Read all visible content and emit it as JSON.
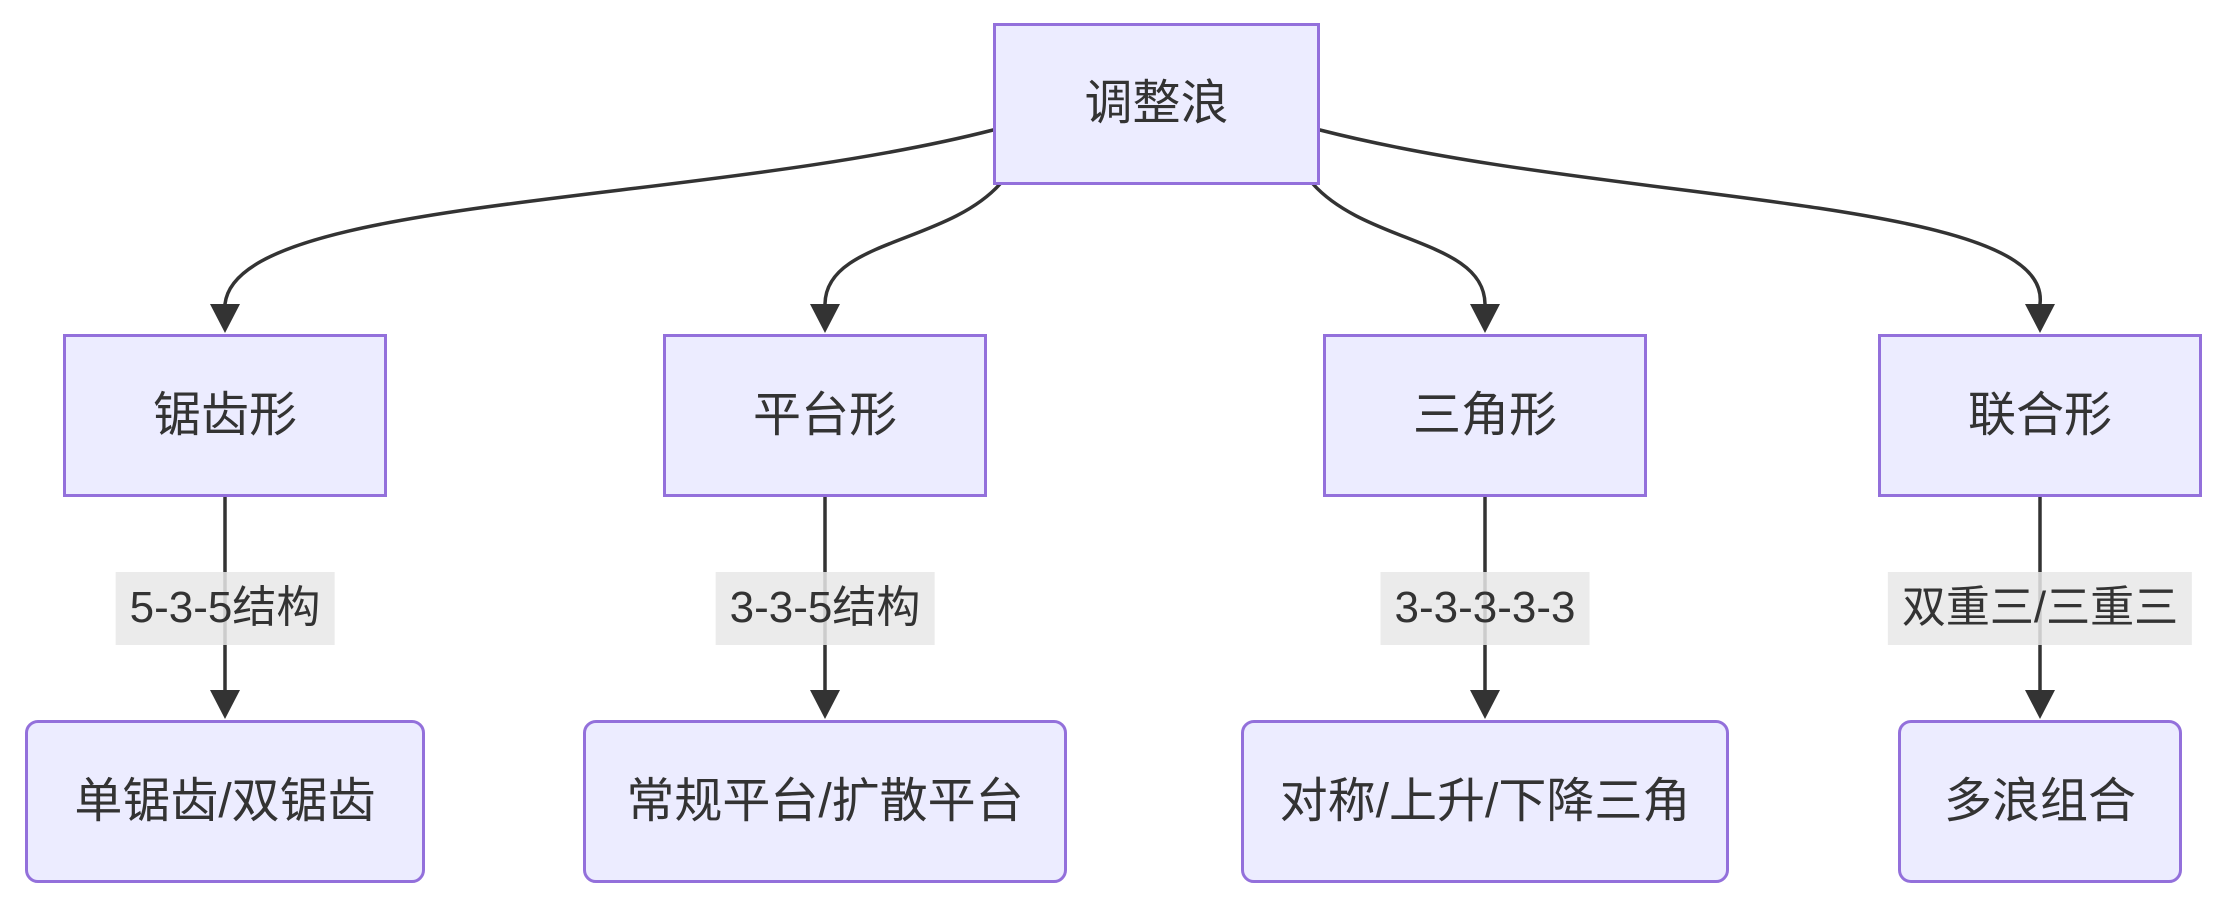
{
  "diagram": {
    "type": "flowchart",
    "orientation": "top-down",
    "colors": {
      "background": "#ffffff",
      "node_fill": "#ECECFF",
      "node_border": "#9370DB",
      "edge_color": "#333333",
      "edge_label_bg": "#e8e8e8",
      "text": "#333333"
    },
    "root": {
      "label": "调整浪"
    },
    "branches": [
      {
        "id": "zigzag",
        "node_label": "锯齿形",
        "edge_label": "5-3-5结构",
        "leaf_label": "单锯齿/双锯齿"
      },
      {
        "id": "flat",
        "node_label": "平台形",
        "edge_label": "3-3-5结构",
        "leaf_label": "常规平台/扩散平台"
      },
      {
        "id": "triangle",
        "node_label": "三角形",
        "edge_label": "3-3-3-3-3",
        "leaf_label": "对称/上升/下降三角"
      },
      {
        "id": "combination",
        "node_label": "联合形",
        "edge_label": "双重三/三重三",
        "leaf_label": "多浪组合"
      }
    ],
    "edges": [
      {
        "from": "调整浪",
        "to": "锯齿形",
        "label": ""
      },
      {
        "from": "调整浪",
        "to": "平台形",
        "label": ""
      },
      {
        "from": "调整浪",
        "to": "三角形",
        "label": ""
      },
      {
        "from": "调整浪",
        "to": "联合形",
        "label": ""
      },
      {
        "from": "锯齿形",
        "to": "单锯齿/双锯齿",
        "label": "5-3-5结构"
      },
      {
        "from": "平台形",
        "to": "常规平台/扩散平台",
        "label": "3-3-5结构"
      },
      {
        "from": "三角形",
        "to": "对称/上升/下降三角",
        "label": "3-3-3-3-3"
      },
      {
        "from": "联合形",
        "to": "多浪组合",
        "label": "双重三/三重三"
      }
    ]
  }
}
